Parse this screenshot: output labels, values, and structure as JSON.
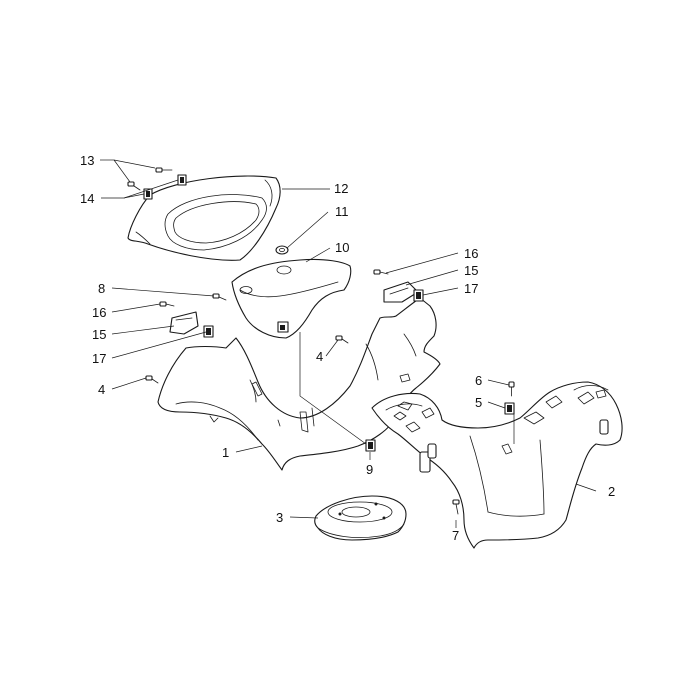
{
  "diagram": {
    "callouts": {
      "c1": "1",
      "c2": "2",
      "c3": "3",
      "c4a": "4",
      "c4b": "4",
      "c5": "5",
      "c6": "6",
      "c7": "7",
      "c8": "8",
      "c9": "9",
      "c10": "10",
      "c11": "11",
      "c12": "12",
      "c13": "13",
      "c14": "14",
      "c15a": "15",
      "c15b": "15",
      "c16a": "16",
      "c16b": "16",
      "c17a": "17",
      "c17b": "17"
    },
    "colors": {
      "line": "#1a1a1a",
      "background": "#ffffff"
    }
  }
}
